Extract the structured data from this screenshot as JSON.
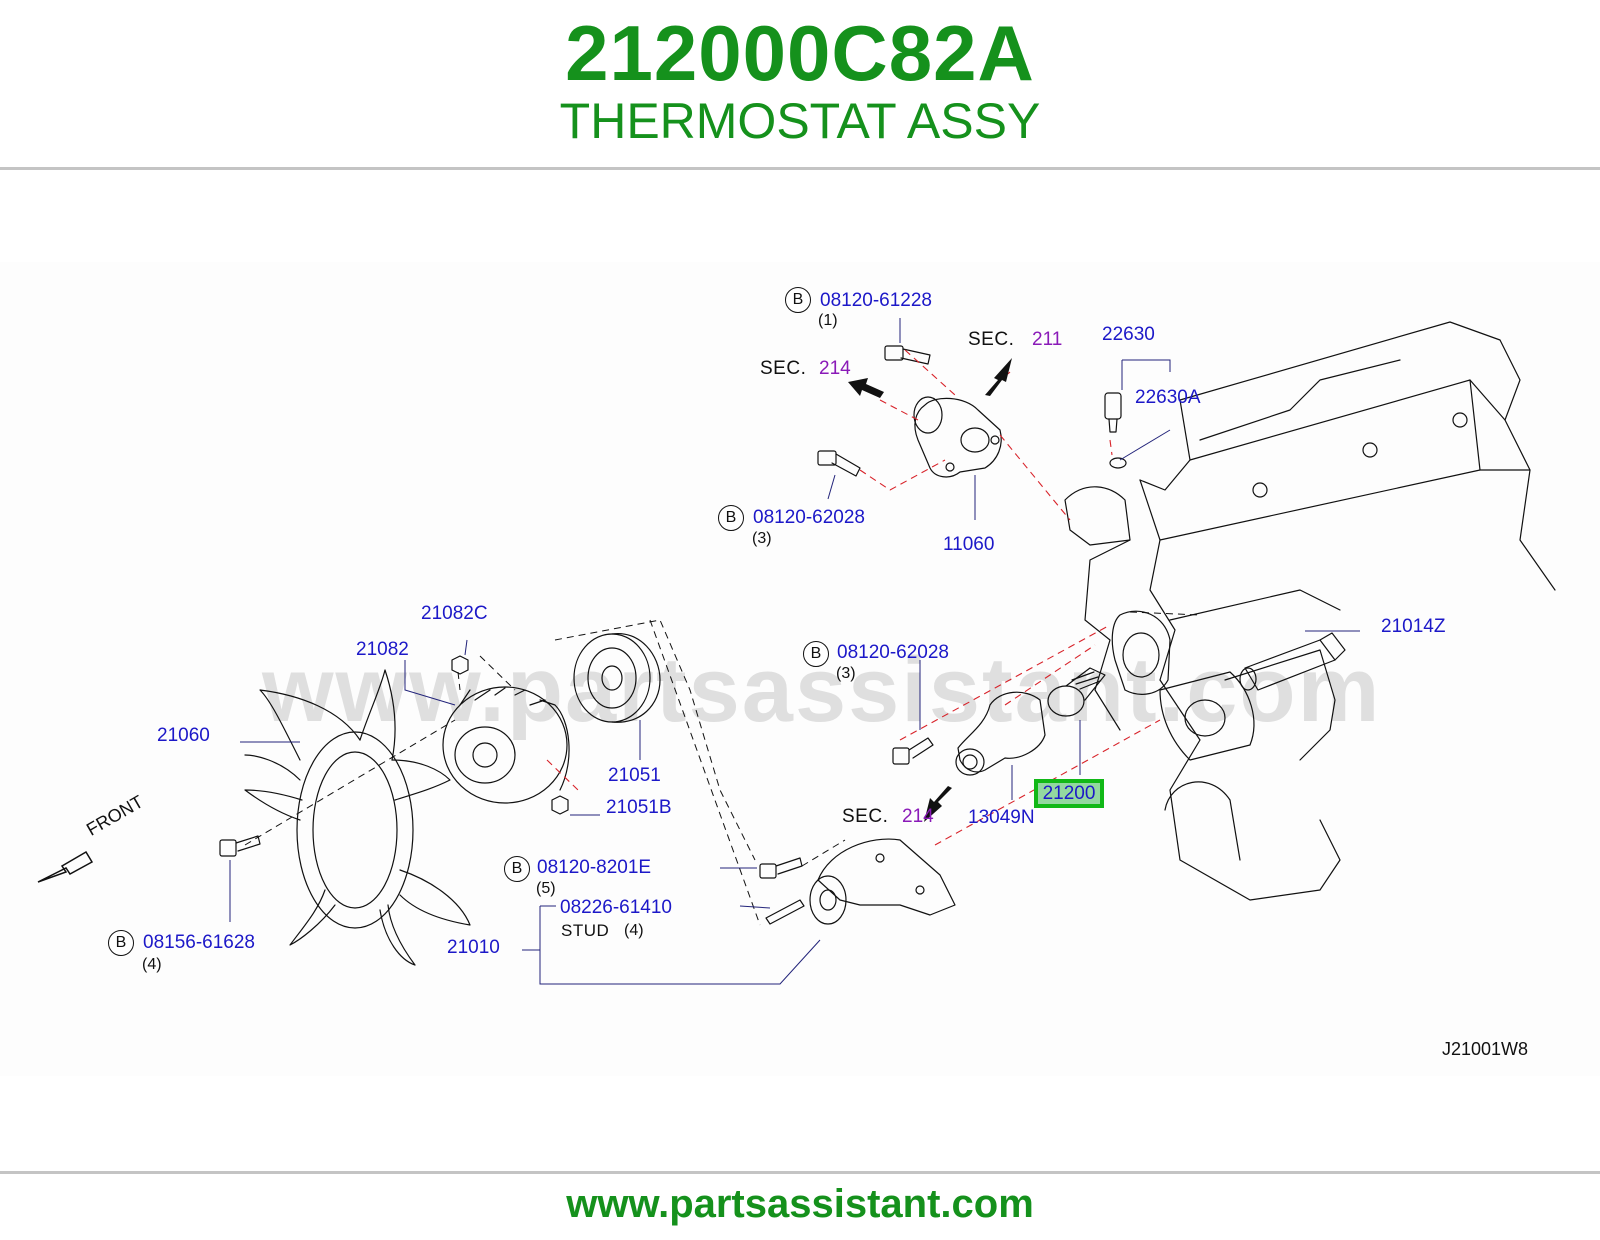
{
  "header": {
    "part_number": "212000C82A",
    "part_name": "THERMOSTAT ASSY"
  },
  "footer": {
    "url": "www.partsassistant.com"
  },
  "watermark": "www.partsassistant.com",
  "colors": {
    "brand_green": "#15911c",
    "part_link_blue": "#1c18c8",
    "section_purple": "#8a1ab8",
    "highlight_fill": "#93d8a0",
    "highlight_border": "#11b817"
  },
  "diagram": {
    "code": "J21001W8",
    "front_label": "FRONT",
    "sec_word": "SEC.",
    "sections": {
      "s211": "211",
      "s214_a": "214",
      "s214_b": "214"
    },
    "badge": "B",
    "parts": {
      "p08120_61228": "08120-61228",
      "q08120_61228": "(1)",
      "p08120_62028_a": "08120-62028",
      "q08120_62028_a": "(3)",
      "p08120_62028_b": "08120-62028",
      "q08120_62028_b": "(3)",
      "p08120_8201E": "08120-8201E",
      "q08120_8201E": "(5)",
      "p08226_61410": "08226-61410",
      "stud": "STUD",
      "q08226_61410": "(4)",
      "p08156_61628": "08156-61628",
      "q08156_61628": "(4)",
      "p22630": "22630",
      "p22630A": "22630A",
      "p11060": "11060",
      "p21014Z": "21014Z",
      "p21082C": "21082C",
      "p21082": "21082",
      "p21060": "21060",
      "p21051": "21051",
      "p21051B": "21051B",
      "p21200": "21200",
      "p13049N": "13049N",
      "p21010": "21010"
    }
  }
}
